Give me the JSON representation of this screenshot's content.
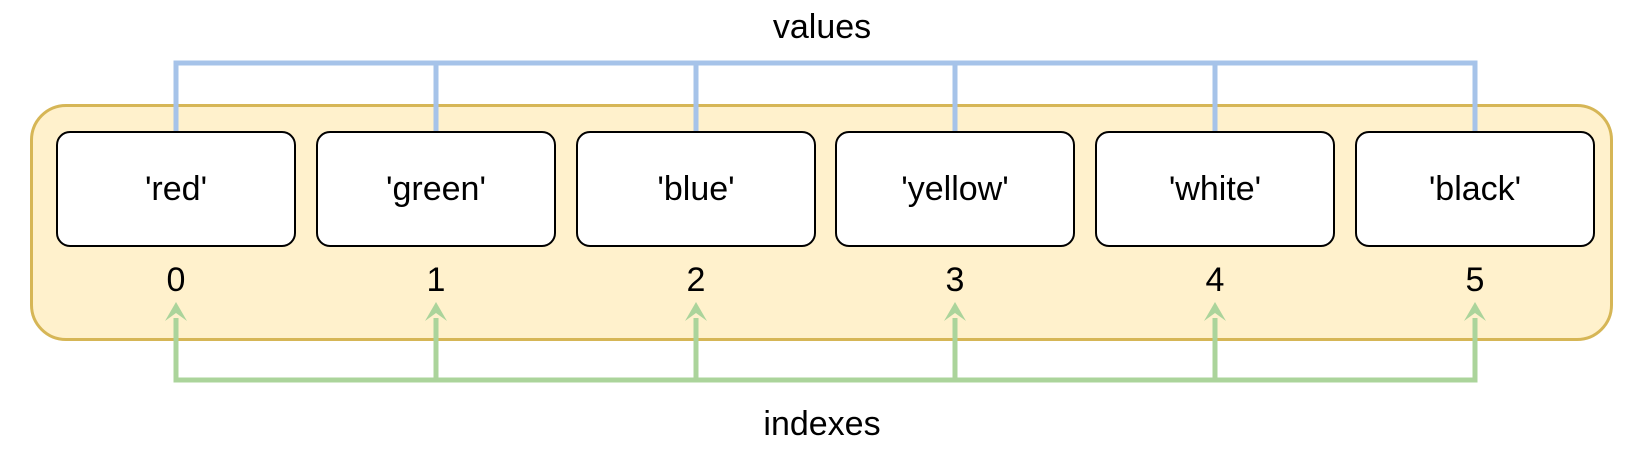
{
  "diagram": {
    "top_label": "values",
    "bottom_label": "indexes",
    "items": [
      {
        "value": "'red'",
        "index": "0"
      },
      {
        "value": "'green'",
        "index": "1"
      },
      {
        "value": "'blue'",
        "index": "2"
      },
      {
        "value": "'yellow'",
        "index": "3"
      },
      {
        "value": "'white'",
        "index": "4"
      },
      {
        "value": "'black'",
        "index": "5"
      }
    ],
    "colors": {
      "container_fill": "#fff1cc",
      "container_border": "#d6b656",
      "values_arrow": "#a6c3e9",
      "indexes_arrow": "#abd49b",
      "box_fill": "#ffffff",
      "box_border": "#000000",
      "text": "#000000"
    }
  }
}
